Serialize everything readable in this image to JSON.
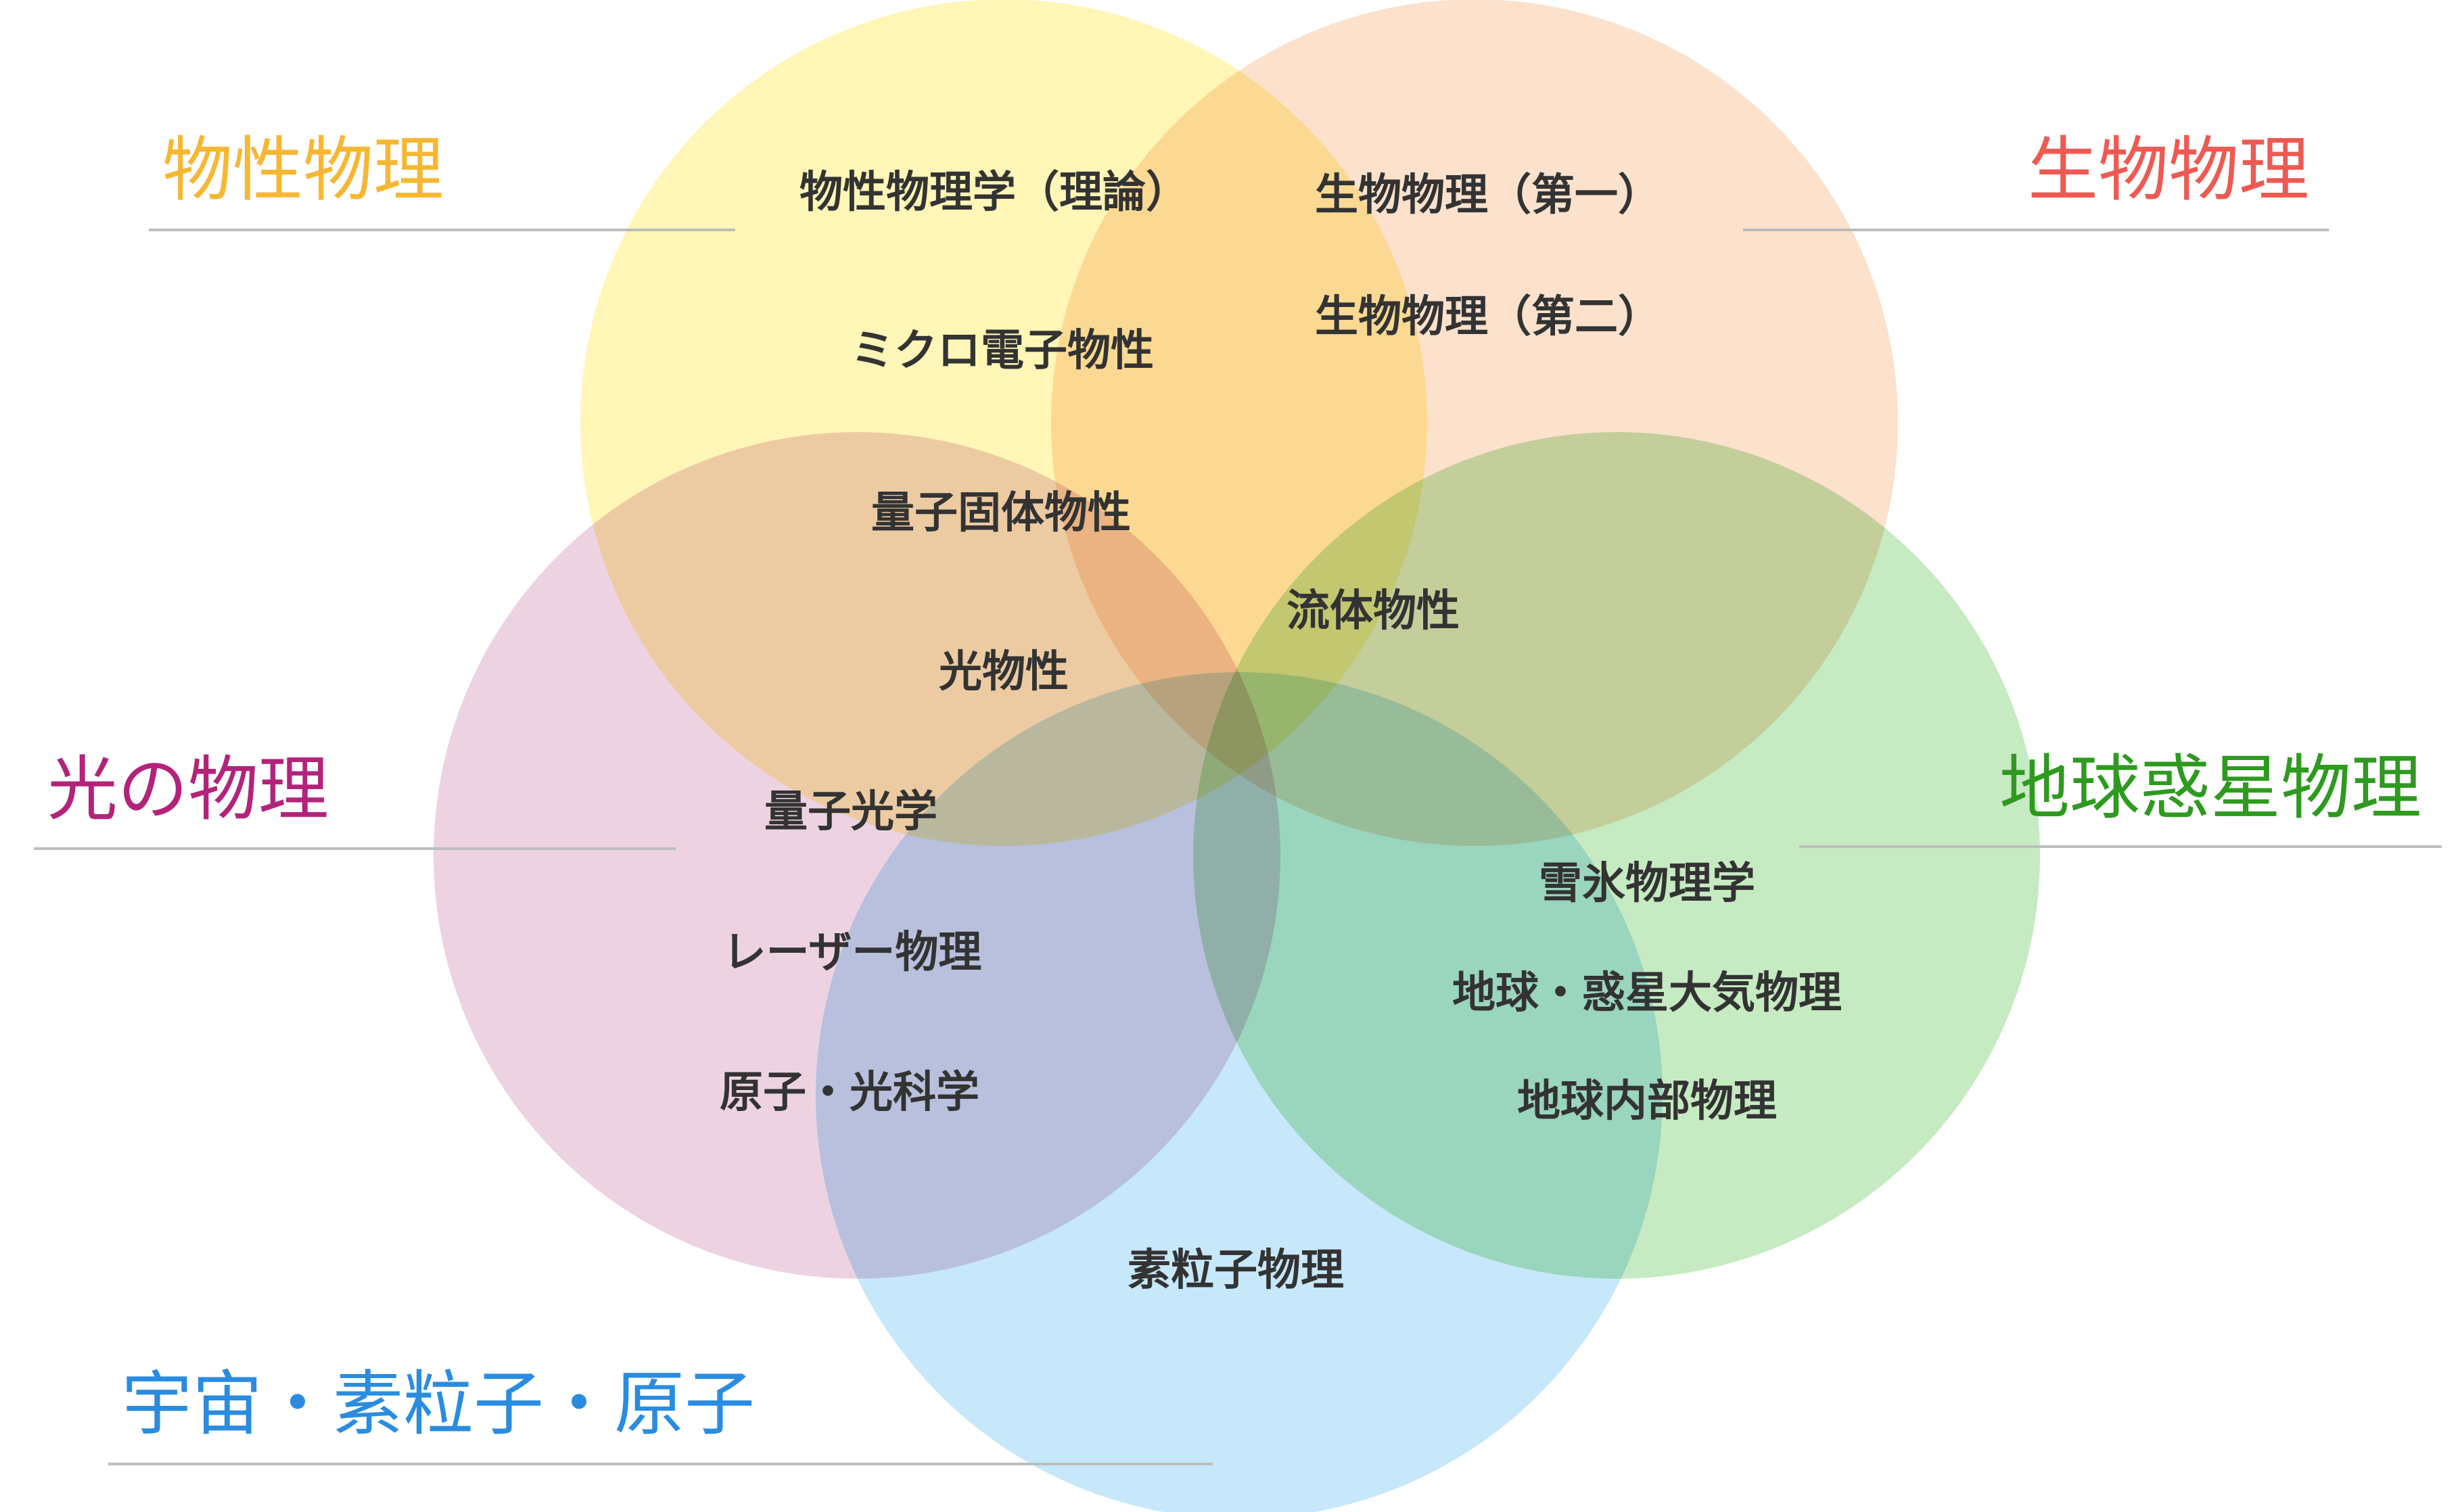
{
  "categories": [
    {
      "id": "condensed",
      "label": "物性物理",
      "color": "#F7B733",
      "fill": "#FFF6B7"
    },
    {
      "id": "bio",
      "label": "生物物理",
      "color": "#EE5A52",
      "fill": "#FCE1CC"
    },
    {
      "id": "optics",
      "label": "光の物理",
      "color": "#B3237A",
      "fill": "#EDD3E2"
    },
    {
      "id": "earth",
      "label": "地球惑星物理",
      "color": "#2E9A1F",
      "fill": "#C6EAC2"
    },
    {
      "id": "cosmic",
      "label": "宇宙・素粒子・原子",
      "color": "#2A8CE0",
      "fill": "#C7E8FA"
    }
  ],
  "items": [
    {
      "id": "cmt-theory",
      "label": "物性物理学（理論）"
    },
    {
      "id": "bio-1",
      "label": "生物物理（第一）"
    },
    {
      "id": "bio-2",
      "label": "生物物理（第二）"
    },
    {
      "id": "micro-electron",
      "label": "ミクロ電子物性"
    },
    {
      "id": "quantum-solid",
      "label": "量子固体物性"
    },
    {
      "id": "fluid",
      "label": "流体物性"
    },
    {
      "id": "photo",
      "label": "光物性"
    },
    {
      "id": "quantum-optics",
      "label": "量子光学"
    },
    {
      "id": "snow-ice",
      "label": "雪氷物理学"
    },
    {
      "id": "laser",
      "label": "レーザー物理"
    },
    {
      "id": "atmosphere",
      "label": "地球・惑星大気物理"
    },
    {
      "id": "atomic-optical",
      "label": "原子・光科学"
    },
    {
      "id": "earth-interior",
      "label": "地球内部物理"
    },
    {
      "id": "particle",
      "label": "素粒子物理"
    }
  ]
}
